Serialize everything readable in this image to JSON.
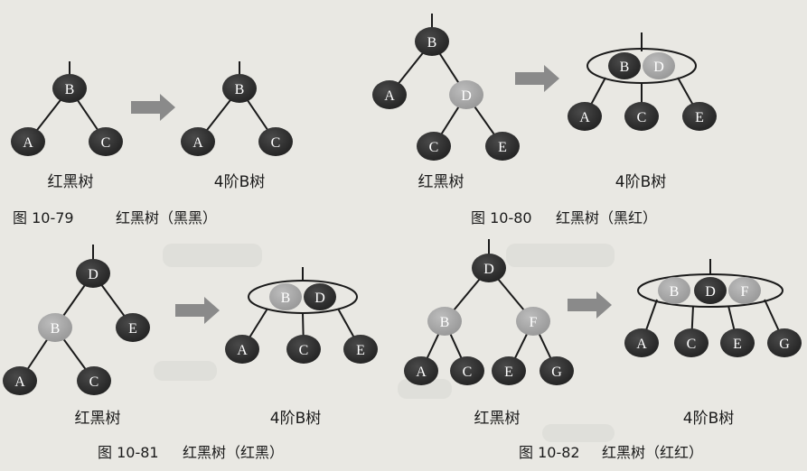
{
  "colors": {
    "background": "#e9e8e3",
    "black_node": "#2f2f2f",
    "red_node": "#a6a6a6",
    "edge": "#1a1a1a",
    "arrow": "#8a8a8a",
    "text": "#1a1a1a"
  },
  "figures": [
    {
      "id": "10-79",
      "caption_number": "图 10-79",
      "caption_text": "红黑树（黑黑）",
      "left_label": "红黑树",
      "right_label": "4阶B树",
      "rb_nodes": [
        {
          "key": "B",
          "color": "black"
        },
        {
          "key": "A",
          "color": "black"
        },
        {
          "key": "C",
          "color": "black"
        }
      ],
      "btree_nodes": [
        {
          "key": "B",
          "color": "black"
        },
        {
          "key": "A",
          "color": "black"
        },
        {
          "key": "C",
          "color": "black"
        }
      ]
    },
    {
      "id": "10-80",
      "caption_number": "图 10-80",
      "caption_text": "红黑树（黑红）",
      "left_label": "红黑树",
      "right_label": "4阶B树",
      "rb_nodes": [
        {
          "key": "B",
          "color": "black"
        },
        {
          "key": "A",
          "color": "black"
        },
        {
          "key": "D",
          "color": "red"
        },
        {
          "key": "C",
          "color": "black"
        },
        {
          "key": "E",
          "color": "black"
        }
      ],
      "btree_nodes": [
        {
          "key": "B",
          "color": "black"
        },
        {
          "key": "D",
          "color": "red"
        },
        {
          "key": "A",
          "color": "black"
        },
        {
          "key": "C",
          "color": "black"
        },
        {
          "key": "E",
          "color": "black"
        }
      ]
    },
    {
      "id": "10-81",
      "caption_number": "图 10-81",
      "caption_text": "红黑树（红黑）",
      "left_label": "红黑树",
      "right_label": "4阶B树",
      "rb_nodes": [
        {
          "key": "D",
          "color": "black"
        },
        {
          "key": "B",
          "color": "red"
        },
        {
          "key": "E",
          "color": "black"
        },
        {
          "key": "A",
          "color": "black"
        },
        {
          "key": "C",
          "color": "black"
        }
      ],
      "btree_nodes": [
        {
          "key": "B",
          "color": "red"
        },
        {
          "key": "D",
          "color": "black"
        },
        {
          "key": "A",
          "color": "black"
        },
        {
          "key": "C",
          "color": "black"
        },
        {
          "key": "E",
          "color": "black"
        }
      ]
    },
    {
      "id": "10-82",
      "caption_number": "图 10-82",
      "caption_text": "红黑树（红红）",
      "left_label": "红黑树",
      "right_label": "4阶B树",
      "rb_nodes": [
        {
          "key": "D",
          "color": "black"
        },
        {
          "key": "B",
          "color": "red"
        },
        {
          "key": "F",
          "color": "red"
        },
        {
          "key": "A",
          "color": "black"
        },
        {
          "key": "C",
          "color": "black"
        },
        {
          "key": "E",
          "color": "black"
        },
        {
          "key": "G",
          "color": "black"
        }
      ],
      "btree_nodes": [
        {
          "key": "B",
          "color": "red"
        },
        {
          "key": "D",
          "color": "black"
        },
        {
          "key": "F",
          "color": "red"
        },
        {
          "key": "A",
          "color": "black"
        },
        {
          "key": "C",
          "color": "black"
        },
        {
          "key": "E",
          "color": "black"
        },
        {
          "key": "G",
          "color": "black"
        }
      ]
    }
  ]
}
